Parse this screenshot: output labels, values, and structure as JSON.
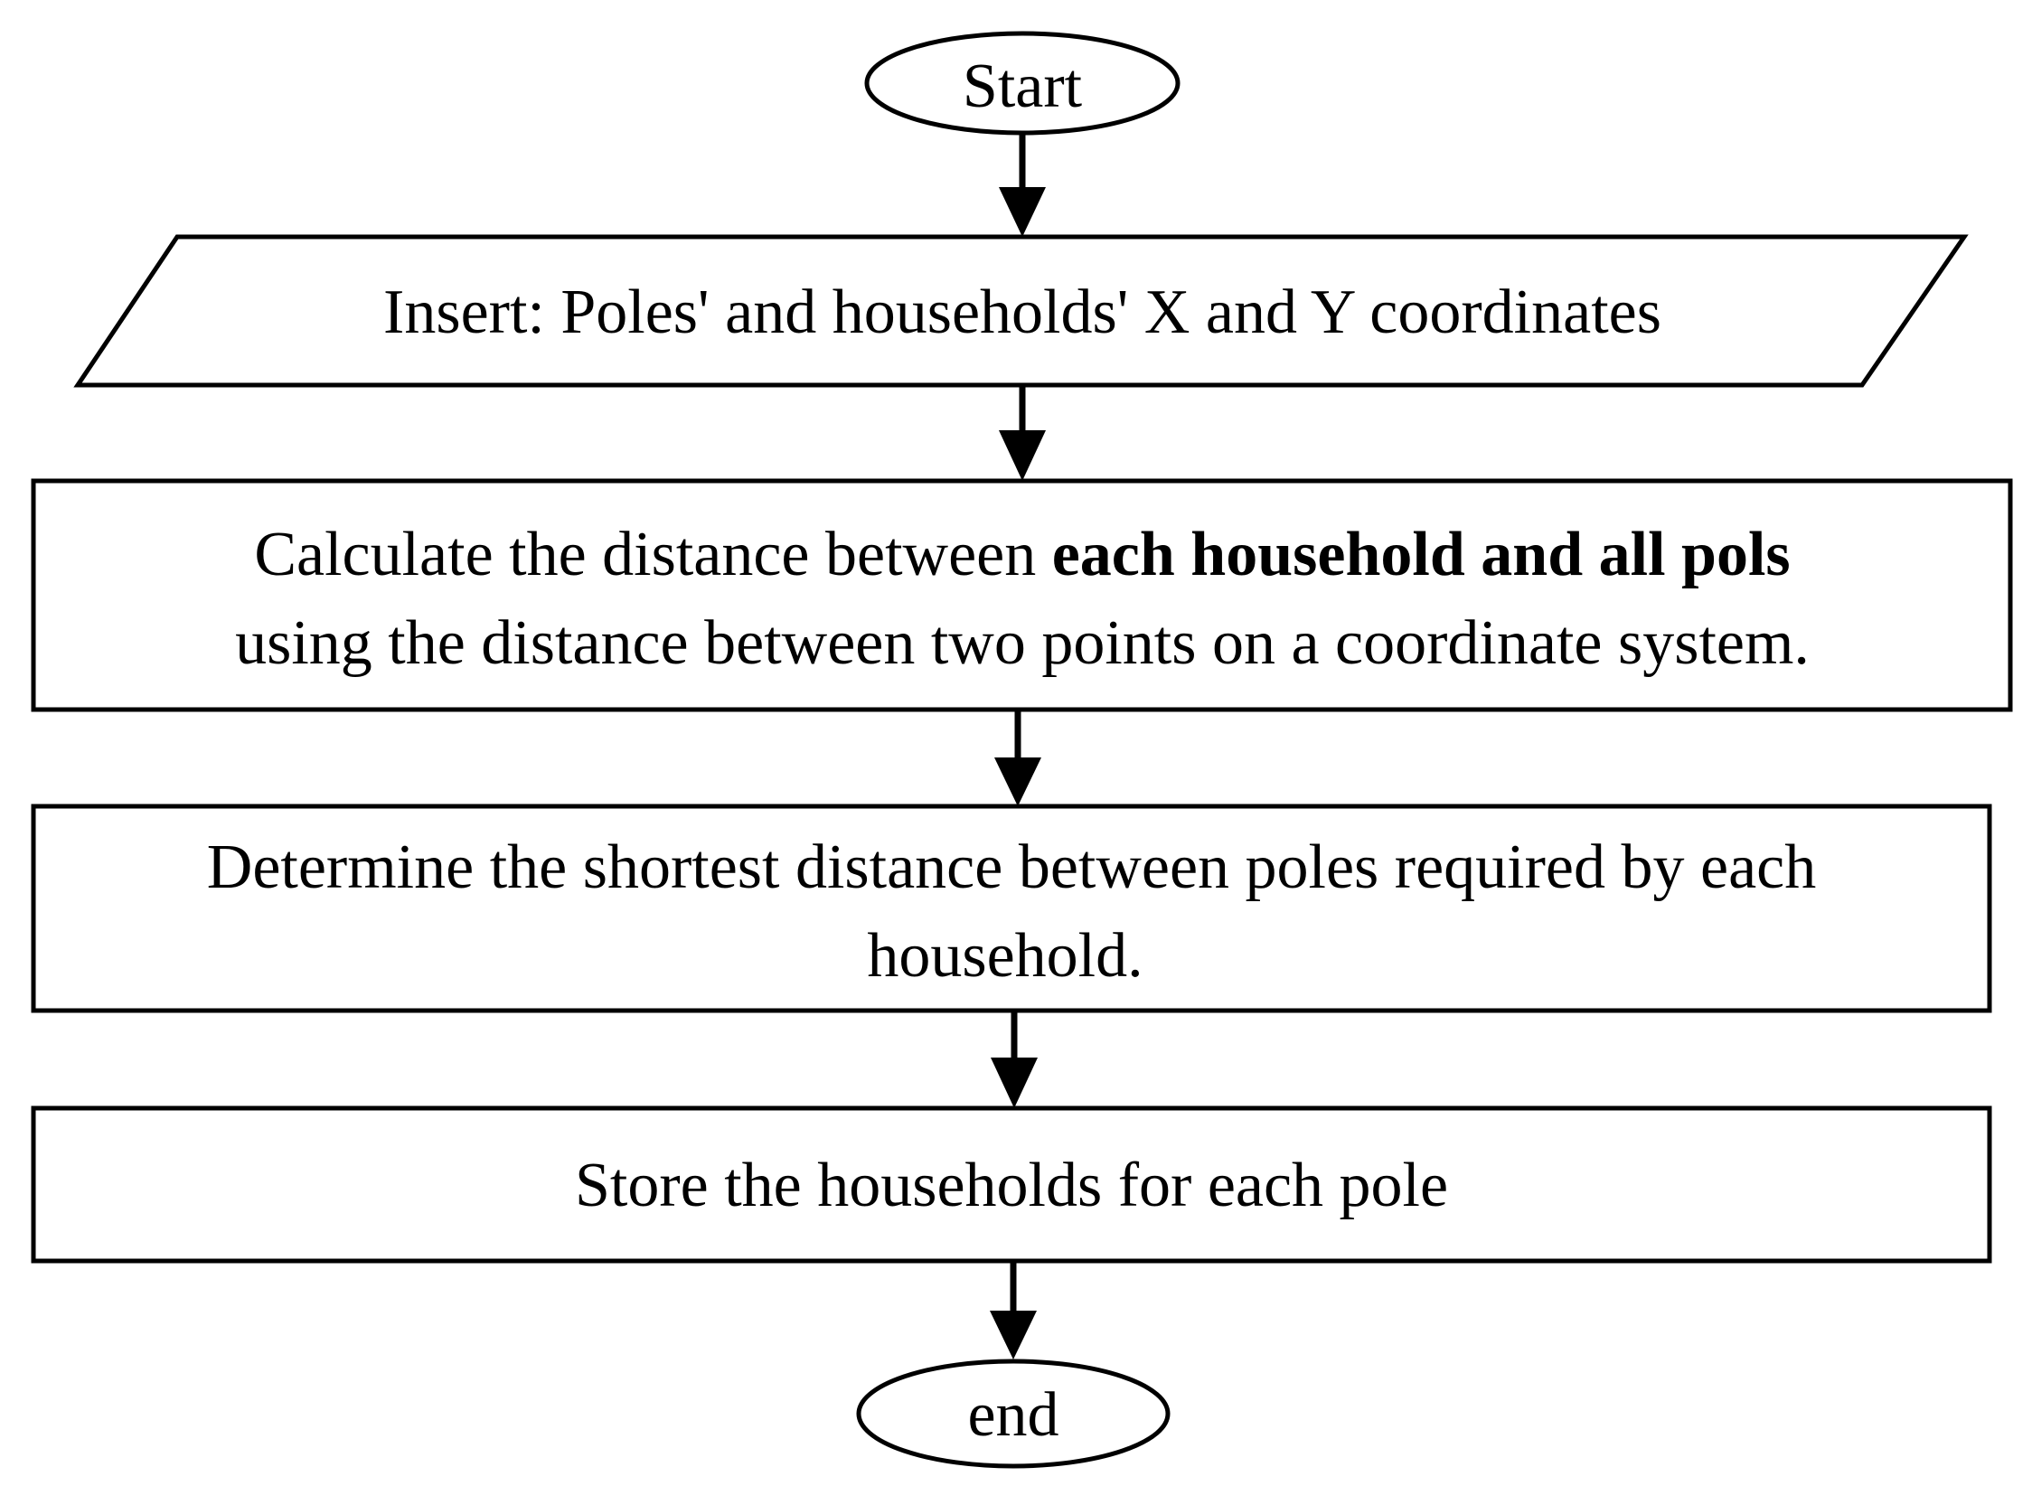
{
  "diagram": {
    "start": {
      "label": "Start"
    },
    "input": {
      "label": "Insert: Poles' and households' X and Y coordinates"
    },
    "calculate": {
      "line1_prefix": "Calculate the distance between ",
      "line1_bold": "each household and all pols",
      "line2": "using the distance between two points on a coordinate system."
    },
    "determine": {
      "line1": "Determine the shortest distance between poles required by each",
      "line2": "household."
    },
    "store": {
      "label": "Store the households for each pole"
    },
    "end": {
      "label": "end"
    }
  }
}
